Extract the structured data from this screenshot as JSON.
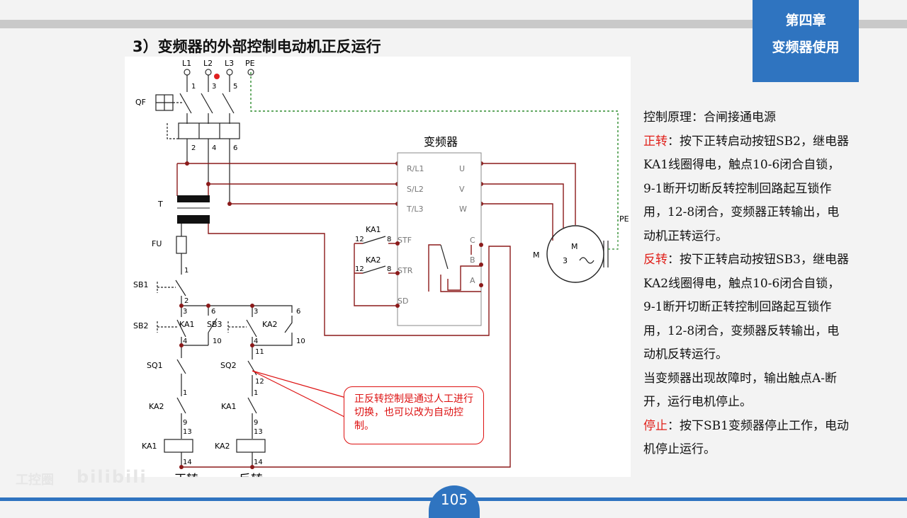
{
  "header": {
    "chapter": "第四章",
    "section": "变频器使用"
  },
  "slide_title": "3）变频器的外部控制电动机正反运行",
  "diagram": {
    "inverter_title": "变频器",
    "phases": [
      "L1",
      "L2",
      "L3",
      "PE"
    ],
    "terminals_in": [
      "R/L1",
      "S/L2",
      "T/L3"
    ],
    "terminals_out": [
      "U",
      "V",
      "W"
    ],
    "control_terminals": [
      "STF",
      "STR",
      "SD"
    ],
    "relay_terminals": [
      "C",
      "B",
      "A"
    ],
    "labels": {
      "qf": "QF",
      "t": "T",
      "fu": "FU",
      "sb1": "SB1",
      "sb2": "SB2",
      "sb3": "SB3",
      "ka1": "KA1",
      "ka2": "KA2",
      "sq1": "SQ1",
      "sq2": "SQ2",
      "m": "M",
      "pe": "PE",
      "motor_phase": "3"
    },
    "forward_label": "正转",
    "reverse_label": "反转"
  },
  "callout": "正反转控制是通过人工进行切换，也可以改为自动控制。",
  "explanation": {
    "principle": "控制原理：合闸接通电源",
    "forward_head": "正转",
    "forward_body": "：按下正转启动按钮SB2，继电器KA1线圈得电，触点10-6闭合自锁，9-1断开切断反转控制回路起互锁作用，12-8闭合，变频器正转输出，电动机正转运行。",
    "reverse_head": "反转",
    "reverse_body": "：按下正转启动按钮SB3，继电器KA2线圈得电，触点10-6闭合自锁，9-1断开切断正转控制回路起互锁作用，12-8闭合，变频器反转输出，电动机反转运行。",
    "fault": "当变频器出现故障时，输出触点A-断开，运行电机停止。",
    "stop_head": "停止",
    "stop_body": "：按下SB1变频器停止工作，电动机停止运行。"
  },
  "page_number": "105",
  "watermark": {
    "left": "工控圈",
    "right": "bilibili"
  },
  "colors": {
    "accent": "#2f74c0",
    "wire": "#8b1a1a",
    "highlight": "#e0201a",
    "pe_wire": "#2e8b2e"
  }
}
